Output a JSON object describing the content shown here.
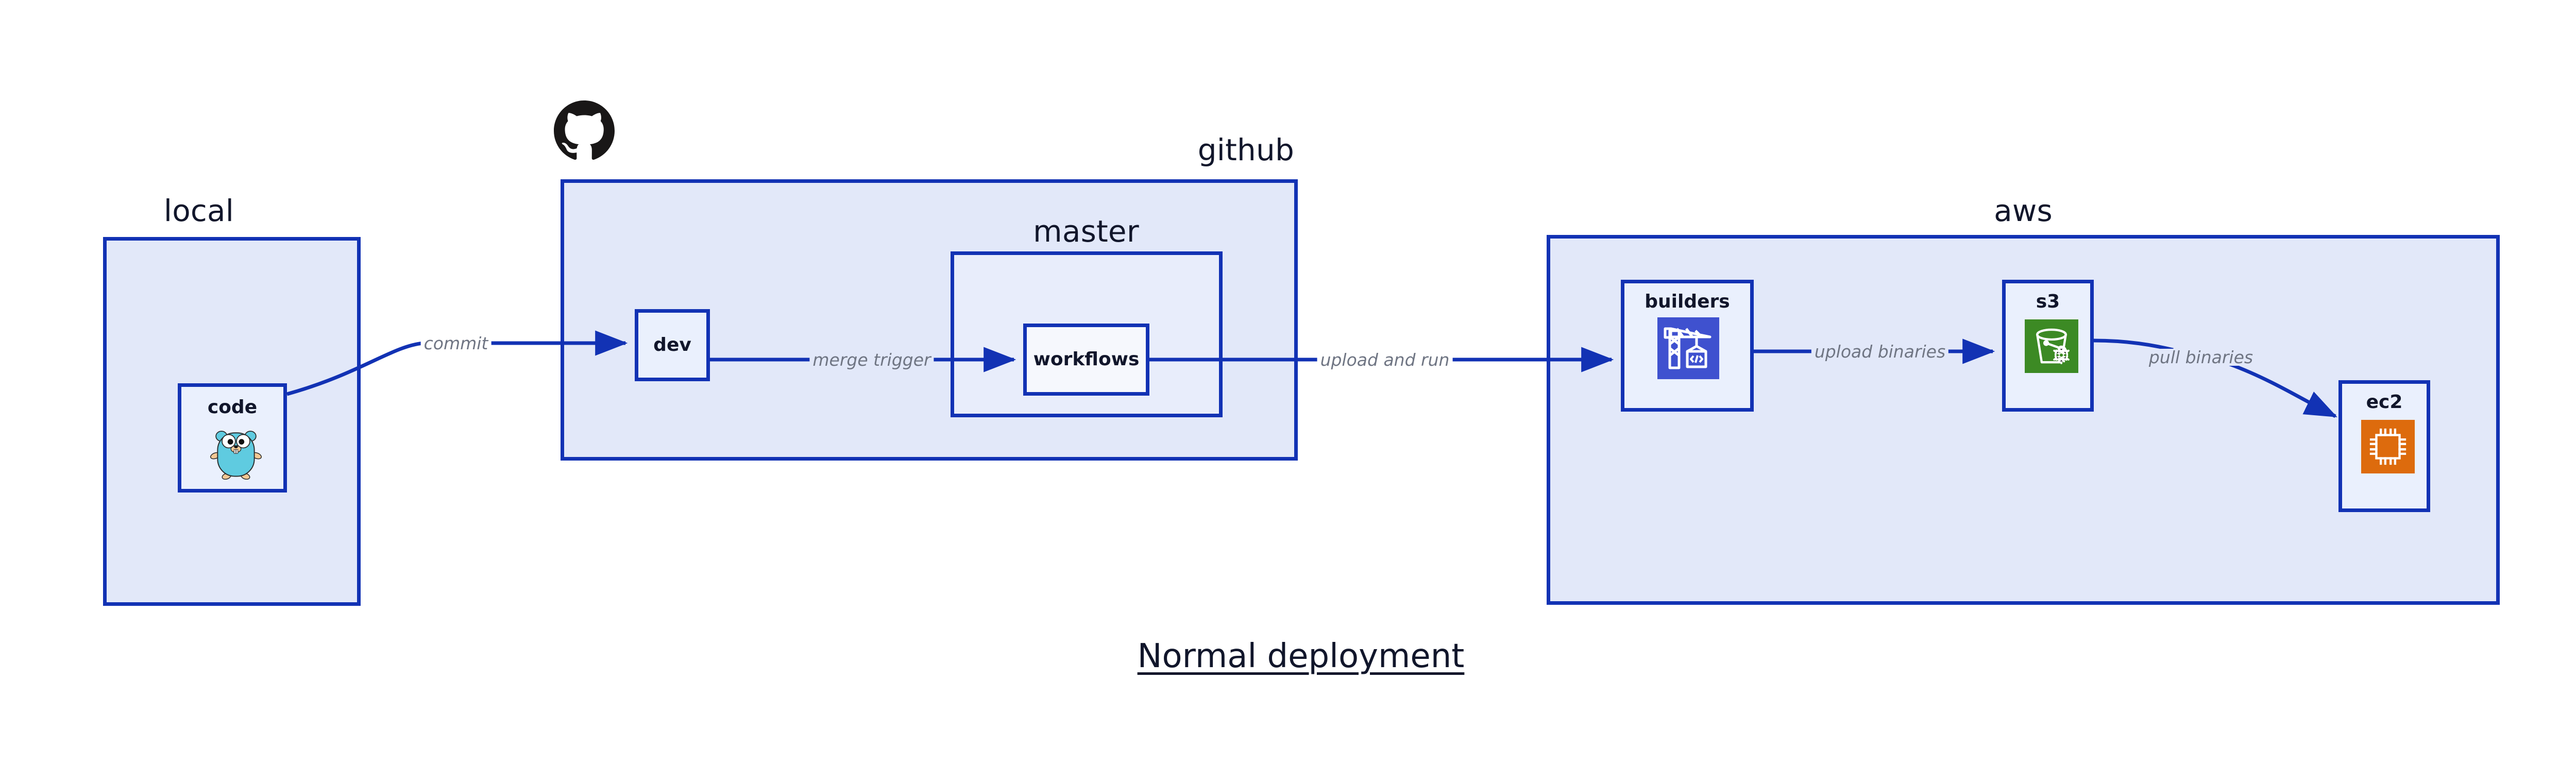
{
  "diagram": {
    "title": "Normal deployment",
    "colors": {
      "group_fill": "#e2e8f9",
      "subgroup_fill": "#e8edfb",
      "node_fill": "#eaf0fd",
      "node_fill_white": "#f6f8fd",
      "border_blue": "#1232b4",
      "arrow_blue": "#1232b4",
      "label_gray": "#6f7583",
      "text_dark": "#11162b",
      "builders_icon_bg": "#3f51cf",
      "s3_icon_bg": "#3c8a24",
      "ec2_icon_bg": "#dd6b0d",
      "gopher_body": "#5fcbe0",
      "gopher_limb": "#f2c894",
      "github_logo": "#191717"
    },
    "groups": [
      {
        "id": "local",
        "label": "local"
      },
      {
        "id": "github",
        "label": "github"
      },
      {
        "id": "master",
        "label": "master"
      },
      {
        "id": "aws",
        "label": "aws"
      }
    ],
    "nodes": [
      {
        "id": "code",
        "label": "code",
        "icon": "go-gopher-icon"
      },
      {
        "id": "dev",
        "label": "dev",
        "icon": "none"
      },
      {
        "id": "workflows",
        "label": "workflows",
        "icon": "none"
      },
      {
        "id": "builders",
        "label": "builders",
        "icon": "aws-builders-crane-icon"
      },
      {
        "id": "s3",
        "label": "s3",
        "icon": "aws-s3-bucket-icon"
      },
      {
        "id": "ec2",
        "label": "ec2",
        "icon": "aws-ec2-chip-icon"
      }
    ],
    "edges": [
      {
        "id": "commit",
        "label": "commit",
        "from": "code",
        "to": "dev"
      },
      {
        "id": "merge-trigger",
        "label": "merge trigger",
        "from": "dev",
        "to": "workflows"
      },
      {
        "id": "upload-and-run",
        "label": "upload and run",
        "from": "workflows",
        "to": "builders"
      },
      {
        "id": "upload-binaries",
        "label": "upload binaries",
        "from": "builders",
        "to": "s3"
      },
      {
        "id": "pull-binaries",
        "label": "pull binaries",
        "from": "s3",
        "to": "ec2"
      }
    ],
    "logos": [
      {
        "id": "github-logo",
        "icon": "github-octocat-icon"
      }
    ]
  }
}
